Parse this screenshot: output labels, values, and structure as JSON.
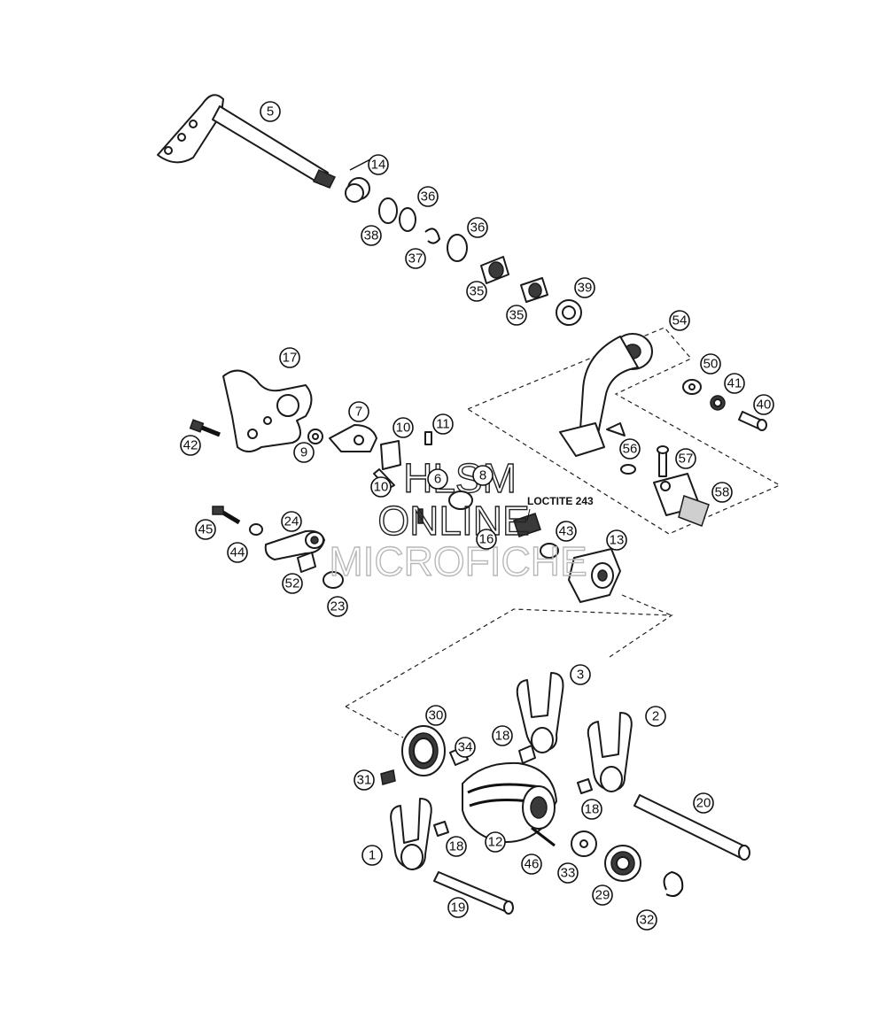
{
  "note": "LOCTITE 243",
  "watermark": {
    "line1": "HLSM",
    "line2": "ONLINE",
    "line3": "MICROFICHE"
  },
  "callouts": [
    "5",
    "14",
    "36",
    "38",
    "37",
    "36",
    "35",
    "35",
    "39",
    "54",
    "17",
    "50",
    "41",
    "40",
    "7",
    "10",
    "11",
    "42",
    "9",
    "10",
    "6",
    "8",
    "57",
    "56",
    "58",
    "45",
    "24",
    "44",
    "16",
    "43",
    "13",
    "52",
    "23",
    "3",
    "30",
    "2",
    "34",
    "18",
    "31",
    "12",
    "18",
    "20",
    "1",
    "18",
    "46",
    "33",
    "29",
    "19",
    "32"
  ]
}
